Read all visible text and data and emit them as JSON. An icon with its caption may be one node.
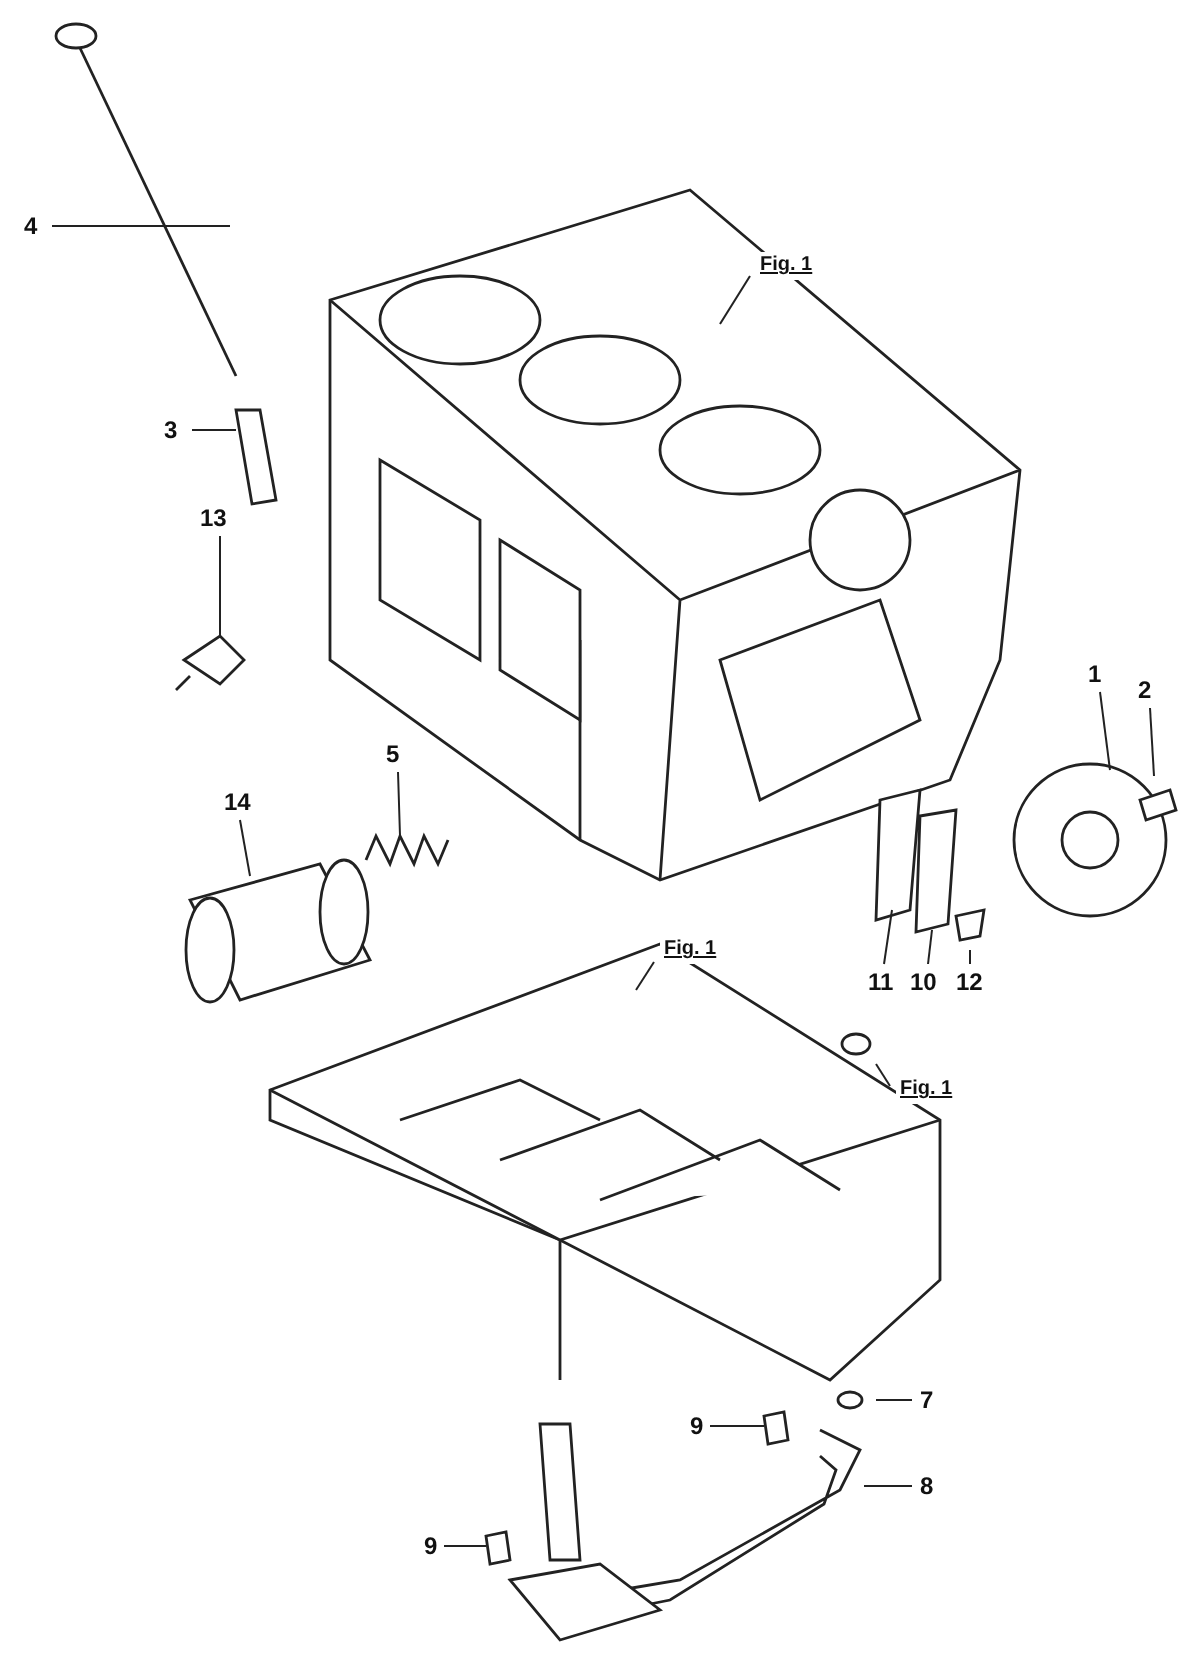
{
  "diagram": {
    "nodes": [
      {
        "text": [
          "4"
        ]
      },
      {
        "text": [
          "3"
        ]
      },
      {
        "text": [
          "13"
        ]
      },
      {
        "text": [
          "14"
        ]
      },
      {
        "text": [
          "5"
        ]
      },
      {
        "text": [
          "Fig. 1"
        ]
      },
      {
        "text": [
          "1"
        ]
      },
      {
        "text": [
          "2"
        ]
      },
      {
        "text": [
          "11"
        ]
      },
      {
        "text": [
          "10"
        ]
      },
      {
        "text": [
          "12"
        ]
      },
      {
        "text": [
          "Fig. 1"
        ]
      },
      {
        "text": [
          "Fig. 1"
        ]
      },
      {
        "text": [
          "7"
        ]
      },
      {
        "text": [
          "8"
        ]
      },
      {
        "text": [
          "9"
        ]
      },
      {
        "text": [
          "9"
        ]
      }
    ],
    "edges": [
      {
        "from": 0,
        "to": null,
        "arrow": "none"
      },
      {
        "from": 1,
        "to": null,
        "arrow": "none"
      },
      {
        "from": 2,
        "to": null,
        "arrow": "none"
      },
      {
        "from": 3,
        "to": null,
        "arrow": "none"
      },
      {
        "from": 4,
        "to": null,
        "arrow": "none"
      },
      {
        "from": 5,
        "to": null,
        "arrow": "none"
      },
      {
        "from": 6,
        "to": null,
        "arrow": "none"
      },
      {
        "from": 7,
        "to": null,
        "arrow": "none"
      },
      {
        "from": 8,
        "to": null,
        "arrow": "none"
      },
      {
        "from": 9,
        "to": null,
        "arrow": "none"
      },
      {
        "from": 10,
        "to": null,
        "arrow": "none"
      },
      {
        "from": 11,
        "to": null,
        "arrow": "none"
      },
      {
        "from": 12,
        "to": null,
        "arrow": "none"
      },
      {
        "from": 13,
        "to": null,
        "arrow": "none"
      },
      {
        "from": 14,
        "to": null,
        "arrow": "none"
      },
      {
        "from": 15,
        "to": null,
        "arrow": "none"
      },
      {
        "from": 16,
        "to": null,
        "arrow": "none"
      }
    ]
  }
}
